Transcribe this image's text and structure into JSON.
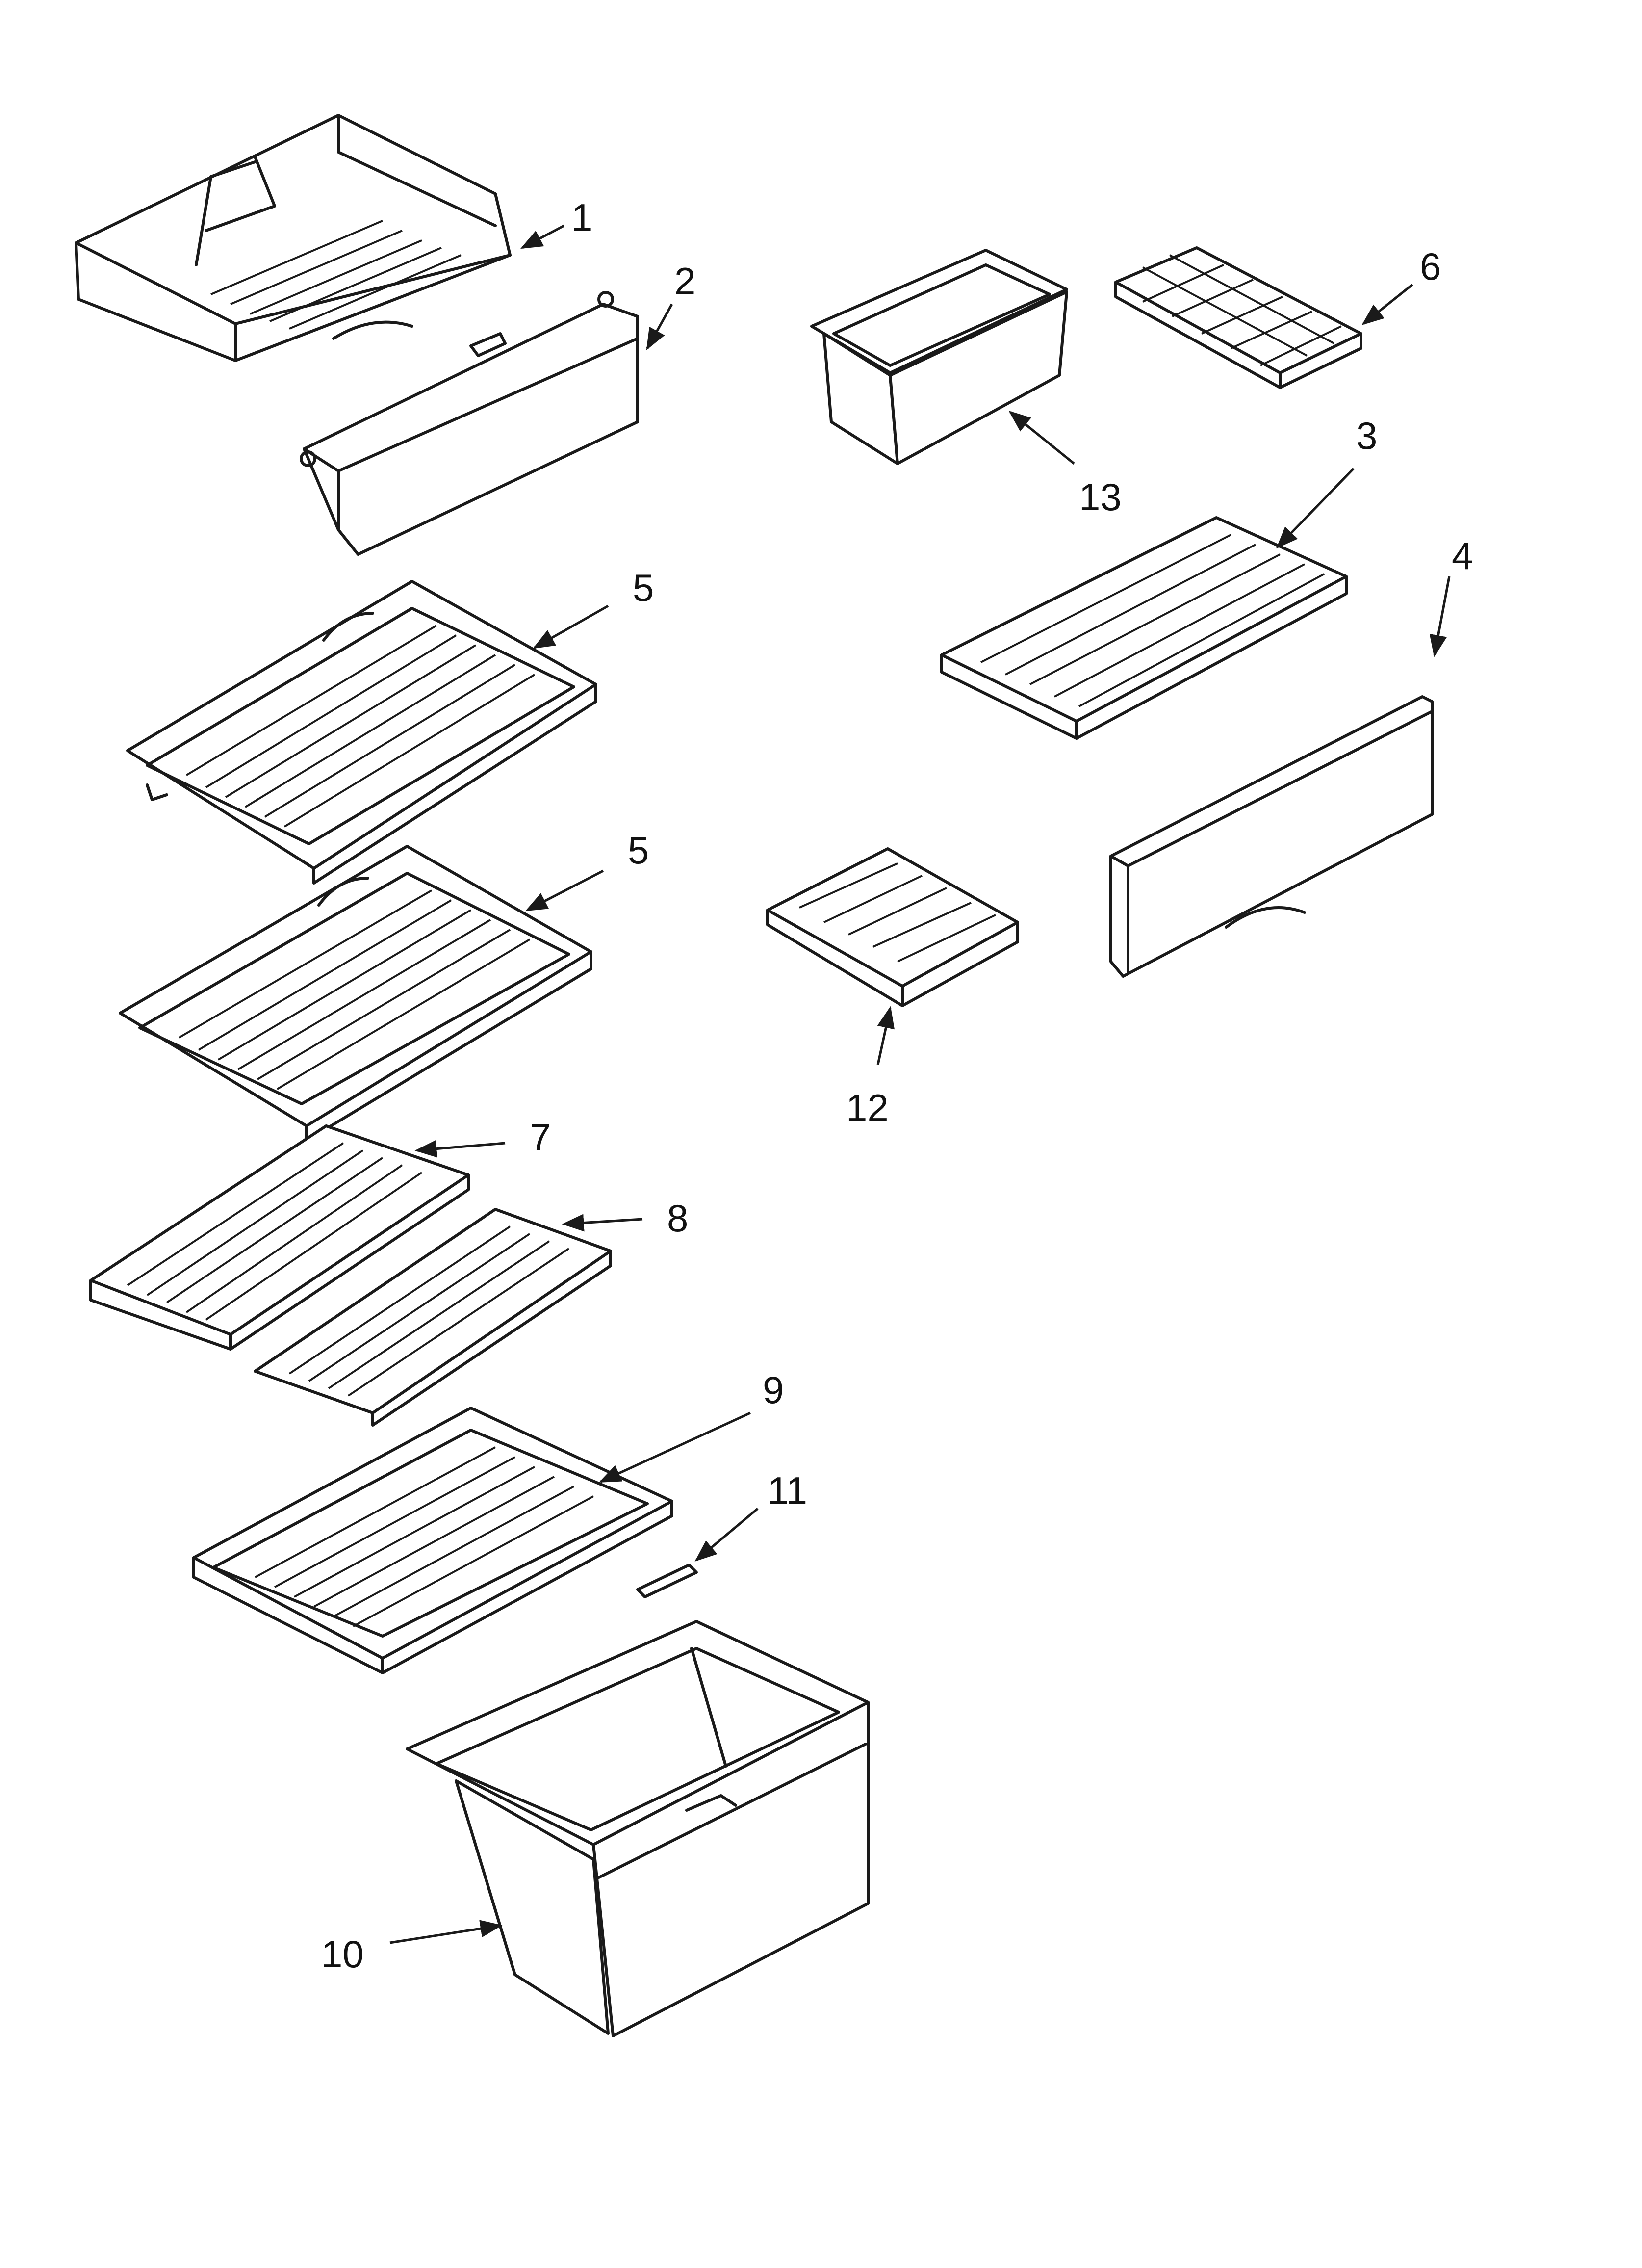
{
  "callouts": {
    "c1": "1",
    "c2": "2",
    "c3": "3",
    "c4": "4",
    "c5a": "5",
    "c5b": "5",
    "c6": "6",
    "c7": "7",
    "c8": "8",
    "c9": "9",
    "c10": "10",
    "c11": "11",
    "c12": "12",
    "c13": "13"
  },
  "icons": [
    "arrow-leader-icon"
  ]
}
